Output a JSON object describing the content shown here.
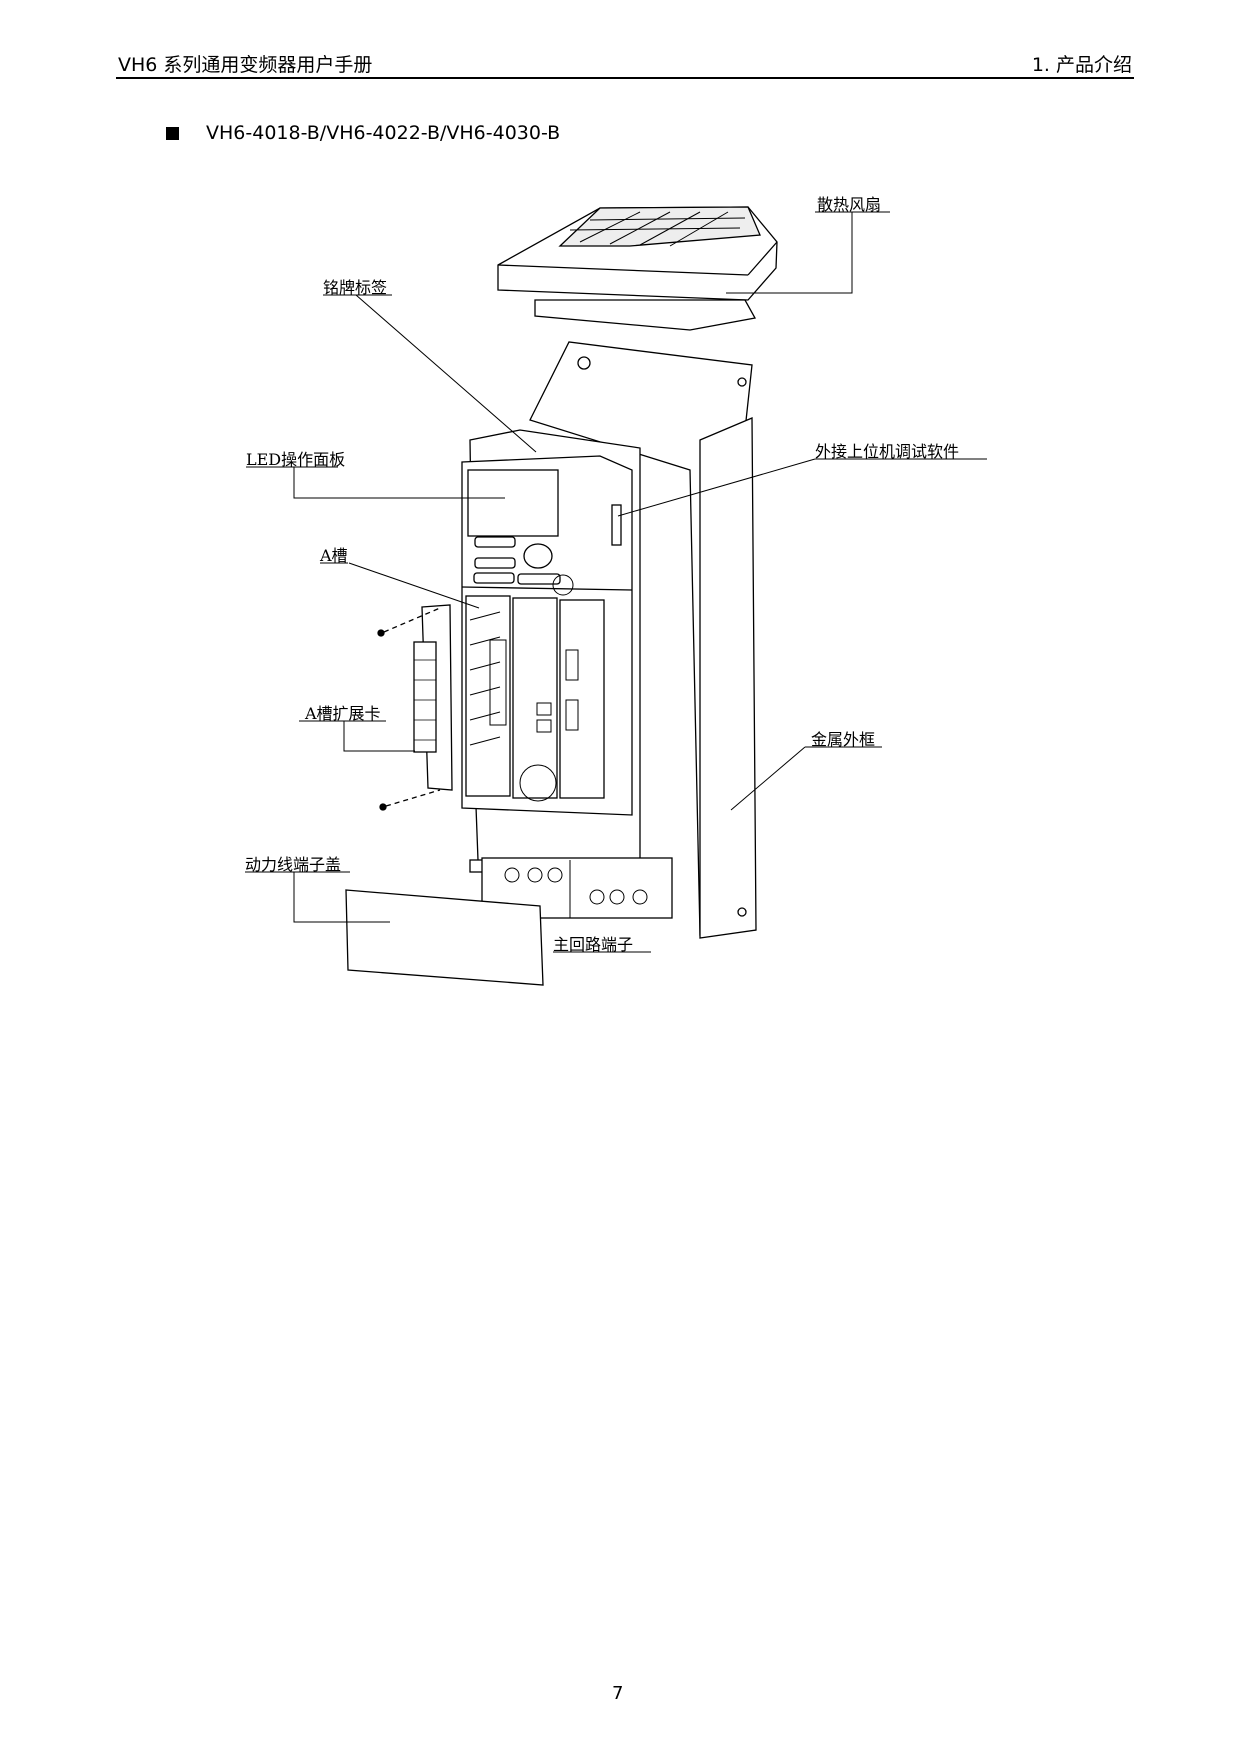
{
  "header": {
    "title": "VH6 系列通用变频器用户手册",
    "section": "1. 产品介绍"
  },
  "model_heading": "VH6-4018-B/VH6-4022-B/VH6-4030-B",
  "diagram": {
    "labels": {
      "fan": "散热风扇",
      "nameplate": "铭牌标签",
      "led_panel": "LED操作面板",
      "slot_a": "A槽",
      "slot_a_card": "A槽扩展卡",
      "power_cover": "动力线端子盖",
      "main_terminal": "主回路端子",
      "pc_software": "外接上位机调试软件",
      "metal_frame": "金属外框"
    }
  },
  "page_number": "7"
}
